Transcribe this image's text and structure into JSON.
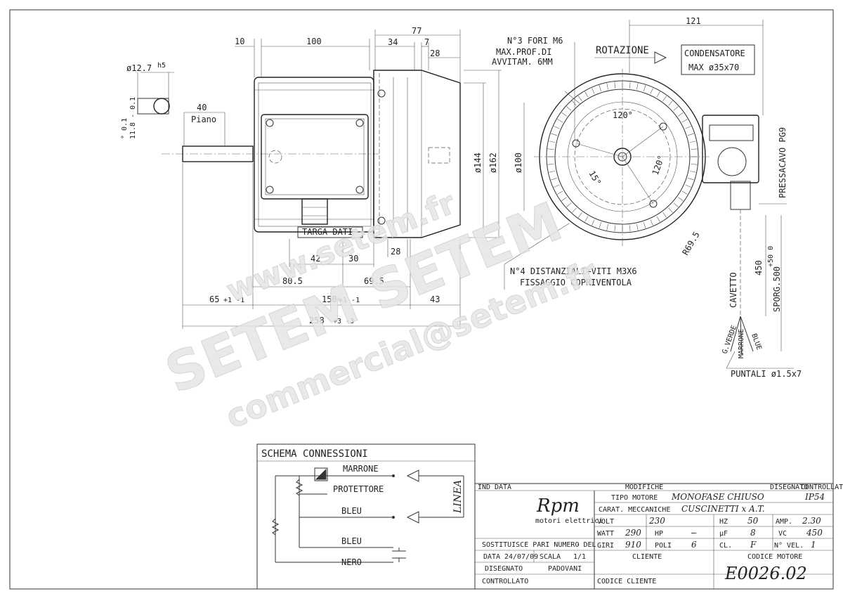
{
  "dimensions": {
    "d10": "10",
    "d100": "100",
    "d77": "77",
    "d34": "34",
    "d7": "7",
    "d28top": "28",
    "shaft_dia": "ø12.7",
    "shaft_tol": "h5",
    "key_tol_a": "° 0.1",
    "key_tol_b": "11.8 - 0.1",
    "d40": "40",
    "piano": "Piano",
    "d144": "ø144",
    "d162": "ø162",
    "d100dia": "ø100",
    "d42": "42",
    "d30": "30",
    "d28b": "28",
    "d80_5": "80.5",
    "d69_5": "69.5",
    "d65": "65",
    "d65tol": "+1 -1",
    "d150": "150",
    "d150tol": "+1 -1",
    "d43": "43",
    "d258": "258",
    "d258tol": "+3 -3",
    "d121": "121",
    "ang120a": "120°",
    "ang120b": "120°",
    "ang15": "15°",
    "r69": "R69.5",
    "d450": "450",
    "sporg": "SPORG.500",
    "sporg_tol": "+50 0"
  },
  "labels": {
    "fori_1": "N°3 FORI M6",
    "fori_2": "MAX.PROF.DI",
    "fori_3": "AVVITAM. 6MM",
    "rotazione": "ROTAZIONE",
    "condensatore_1": "CONDENSATORE",
    "condensatore_2": "MAX ø35x70",
    "pressacavo": "PRESSACAVO PG9",
    "targa": "TARGA DATI",
    "distanziali_1": "N°4 DISTANZIALI+VITI M3X6",
    "distanziali_2": "FISSAGGIO COPRIVENTOLA",
    "cavetto": "CAVETTO",
    "g_verde": "G.VERDE",
    "marrone_w": "MARRONE",
    "blue_w": "BLUE",
    "puntali": "PUNTALI ø1.5x7"
  },
  "watermark": {
    "w1": "www.setem.fr",
    "w2": "SETEM SETEM",
    "w3": "commercial@setem.fr"
  },
  "schema": {
    "title": "SCHEMA CONNESSIONI",
    "marrone": "MARRONE",
    "protettore": "PROTETTORE",
    "bleu1": "BLEU",
    "bleu2": "BLEU",
    "nero": "NERO",
    "linea": "LINEA"
  },
  "title_block": {
    "ind": "IND",
    "data_hdr": "DATA",
    "modifiche": "MODIFICHE",
    "disegnato_hdr": "DISEGNATO",
    "controllato_hdr": "CONTROLLATO",
    "logo": "Rpm",
    "logo_sub": "motori elettrici",
    "tipo_motore_lbl": "TIPO MOTORE",
    "tipo_motore_val": "MONOFASE CHIUSO",
    "ip": "IP54",
    "carat_lbl": "CARAT. MECCANICHE",
    "carat_val": "CUSCINETTI x A.T.",
    "volt_lbl": "VOLT",
    "volt_val": "230",
    "hz_lbl": "HZ",
    "hz_val": "50",
    "amp_lbl": "AMP.",
    "amp_val": "2.30",
    "watt_lbl": "WATT",
    "watt_val": "290",
    "hp_lbl": "HP",
    "hp_val": "—",
    "uf_lbl": "µF",
    "uf_val": "8",
    "vc_lbl": "VC",
    "vc_val": "450",
    "giri_lbl": "GIRI",
    "giri_val": "910",
    "poli_lbl": "POLI",
    "poli_val": "6",
    "cl_lbl": "CL.",
    "cl_val": "F",
    "nvel_lbl": "N° VEL.",
    "nvel_val": "1",
    "sostituisce_lbl": "SOSTITUISCE PARI NUMERO DEL",
    "sostituisce_val": "-",
    "data_lbl": "DATA",
    "data_val": "24/07/09",
    "scala_lbl": "SCALA",
    "scala_val": "1/1",
    "cliente_lbl": "CLIENTE",
    "codice_motore_lbl": "CODICE MOTORE",
    "codice_motore_val": "E0026.02",
    "disegnato_lbl": "DISEGNATO",
    "disegnato_val": "PADOVANI",
    "controllato_lbl": "CONTROLLATO",
    "codice_cliente_lbl": "CODICE CLIENTE"
  }
}
